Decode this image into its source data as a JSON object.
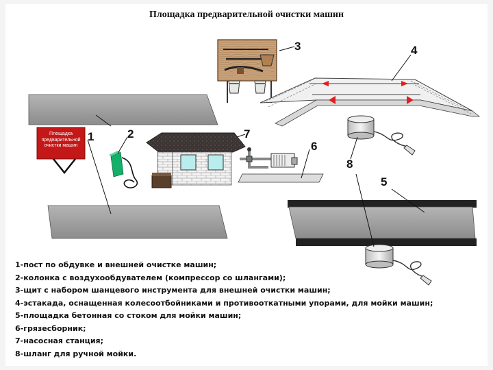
{
  "title": "Площадка предварительной очистки машин",
  "sign_text": "Площадка предварительной очистки машин",
  "callouts": [
    "1",
    "2",
    "3",
    "4",
    "5",
    "6",
    "7",
    "8"
  ],
  "legend": [
    "1-пост по обдувке и внешней очистке машин;",
    "2-колонка с воздухообдувателем (компрессор со шлангами);",
    "3-щит с набором шанцевого инструмента для внешней очистки машин;",
    "4-эстакада, оснащенная колесоотбойниками и противооткатными упорами, для мойки машин;",
    "5-площадка бетонная со стоком для мойки машин;",
    "6-грязесборник;",
    "7-насосная станция;",
    "8-шланг для ручной мойки."
  ],
  "colors": {
    "sign": "#c41818",
    "compressor": "#14b06a",
    "roof": "#3a3030",
    "slab": "#999999",
    "stop": "#e02020"
  }
}
